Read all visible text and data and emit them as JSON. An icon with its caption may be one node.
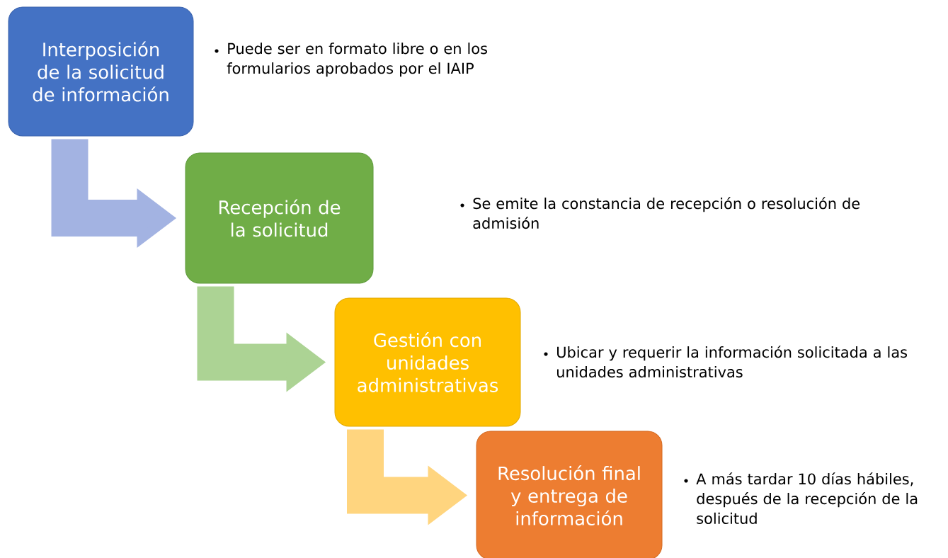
{
  "diagram": {
    "nodes": [
      {
        "text": [
          "Interposición de la solicitud de información"
        ],
        "beside": [
          "Puede ser en formato libre o en los formularios aprobados por el IAIP"
        ]
      },
      {
        "text": [
          "Recepción de la solicitud"
        ]
      },
      {
        "text": [
          "Gestión con unidades administrativas"
        ],
        "beside": [
          "Ubicar y requerir la información solicitada a las unidades administrativas"
        ]
      },
      {
        "text": [
          "Resolución final y entrega de información"
        ],
        "beside": [
          "A más tardar 10 días hábiles, después de la recepción de la solicitud"
        ]
      }
    ],
    "edges": [
      {
        "from": 0,
        "to": 1,
        "arrow": "to",
        "color": "#a3b3e2"
      },
      {
        "from": 1,
        "to": 2,
        "arrow": "to",
        "color": "#acd394"
      },
      {
        "from": 2,
        "to": 3,
        "arrow": "to",
        "color": "#ffd57f"
      }
    ],
    "labels": [
      "Se emite la constancia de recepción o resolución de admisión"
    ]
  }
}
